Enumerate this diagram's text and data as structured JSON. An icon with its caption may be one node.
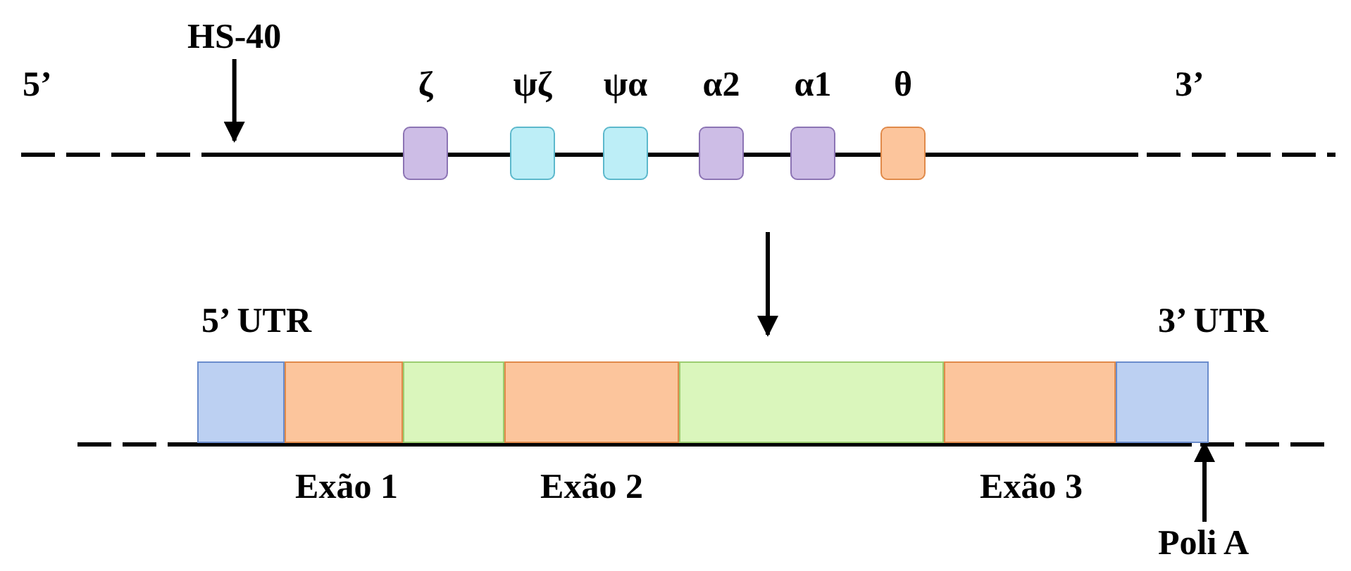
{
  "diagram": {
    "nodes": [
      {
        "text": [
          "HS-40"
        ]
      },
      {
        "text": [
          "ζ"
        ]
      },
      {
        "text": [
          "ψζ"
        ]
      },
      {
        "text": [
          "ψα"
        ]
      },
      {
        "text": [
          "α2"
        ]
      },
      {
        "text": [
          "α1"
        ]
      },
      {
        "text": [
          "θ"
        ]
      },
      {
        "text": [
          "5’ UTR"
        ]
      },
      {
        "text": [
          "Exão 1"
        ]
      },
      {
        "text": [],
        "shape": "box"
      },
      {
        "text": [
          "Exão 2"
        ]
      },
      {
        "text": [],
        "shape": "box"
      },
      {
        "text": [
          "Exão 3"
        ]
      },
      {
        "text": [
          "3’ UTR"
        ]
      },
      {
        "text": [
          "Poli A"
        ]
      }
    ],
    "edges": [
      {
        "from": 0,
        "to": null,
        "arrow": "to"
      },
      {
        "from": 14,
        "to": 13,
        "arrow": "to"
      }
    ],
    "labels": [
      "5’",
      "3’"
    ]
  }
}
